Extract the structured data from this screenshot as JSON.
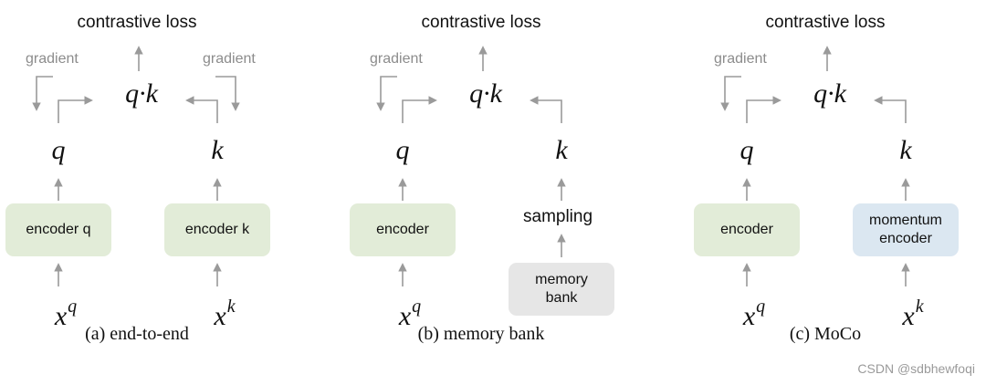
{
  "panels": [
    {
      "loss": "contrastive loss",
      "gradient_left": "gradient",
      "gradient_right": "gradient",
      "qk": "q·k",
      "q": "q",
      "k": "k",
      "encoder_q": "encoder q",
      "encoder_k": "encoder k",
      "xq_base": "x",
      "xq_sup": "q",
      "xk_base": "x",
      "xk_sup": "k",
      "caption": "(a) end-to-end"
    },
    {
      "loss": "contrastive loss",
      "gradient_left": "gradient",
      "qk": "q·k",
      "q": "q",
      "k": "k",
      "encoder": "encoder",
      "sampling": "sampling",
      "memory_bank_line1": "memory",
      "memory_bank_line2": "bank",
      "xq_base": "x",
      "xq_sup": "q",
      "caption": "(b) memory bank"
    },
    {
      "loss": "contrastive loss",
      "gradient_left": "gradient",
      "qk": "q·k",
      "q": "q",
      "k": "k",
      "encoder": "encoder",
      "momentum_line1": "momentum",
      "momentum_line2": "encoder",
      "xq_base": "x",
      "xq_sup": "q",
      "xk_base": "x",
      "xk_sup": "k",
      "caption": "(c) MoCo"
    }
  ],
  "watermark": "CSDN @sdbhewfoqi",
  "colors": {
    "encoder_green": "#e2ecd8",
    "momentum_blue": "#dbe7f1",
    "memory_grey": "#e6e6e6",
    "arrow_grey": "#9a9a9a"
  }
}
